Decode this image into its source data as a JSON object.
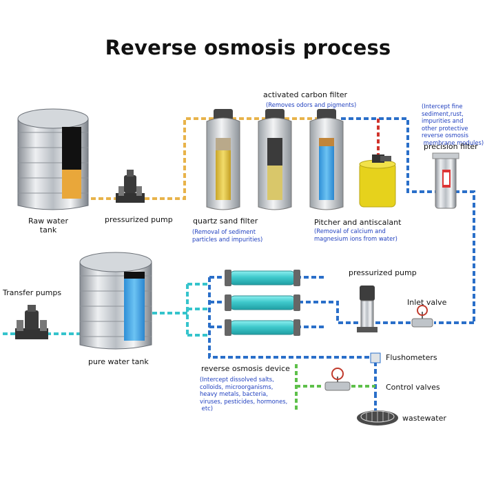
{
  "title": "Reverse osmosis process",
  "labels": {
    "raw_water_tank_1": "Raw water",
    "raw_water_tank_2": "tank",
    "pressurized_pump_top": "pressurized pump",
    "quartz_sand_filter": "quartz sand filter",
    "quartz_sand_filter_note": "(Removal of sediment\nparticles and impurities)",
    "activated_carbon_filter": "activated carbon filter",
    "activated_carbon_filter_note": "(Removes odors and pigments)",
    "pitcher_antiscalant": "Pitcher and antiscalant",
    "pitcher_antiscalant_note": "(Removal of calcium and\nmagnesium ions from water)",
    "precision_filter": "precision filter",
    "precision_filter_note": "(Intercept fine\nsediment,rust,\nimpurities and\nother protective\nreverse osmosis\n membrane modules)",
    "pressurized_pump_right": "pressurized pump",
    "inlet_valve": "Inlet valve",
    "transfer_pumps": "Transfer pumps",
    "pure_water_tank": "pure water tank",
    "reverse_osmosis_device": "reverse osmosis device",
    "reverse_osmosis_device_note": "(Intercept dissolved salts,\ncolloids, microorganisms,\nheavy metals, bacteria,\nviruses, pesticides, hormones,\n etc)",
    "flushometers": "Flushometers",
    "control_valves": "Control valves",
    "wastewater": "wastewater"
  },
  "colors": {
    "raw_pipe": "#e8b34a",
    "blue_pipe": "#2a6fc9",
    "red_pipe": "#d0342c",
    "cyan_pipe": "#35c4cc",
    "green_pipe": "#5ec04a",
    "note_text": "#1f3fbf",
    "sand_fill": "#e3c23a",
    "pure_water": "#3fa6e8",
    "membrane": "#47d0d2",
    "antiscalant": "#e6d21c"
  }
}
